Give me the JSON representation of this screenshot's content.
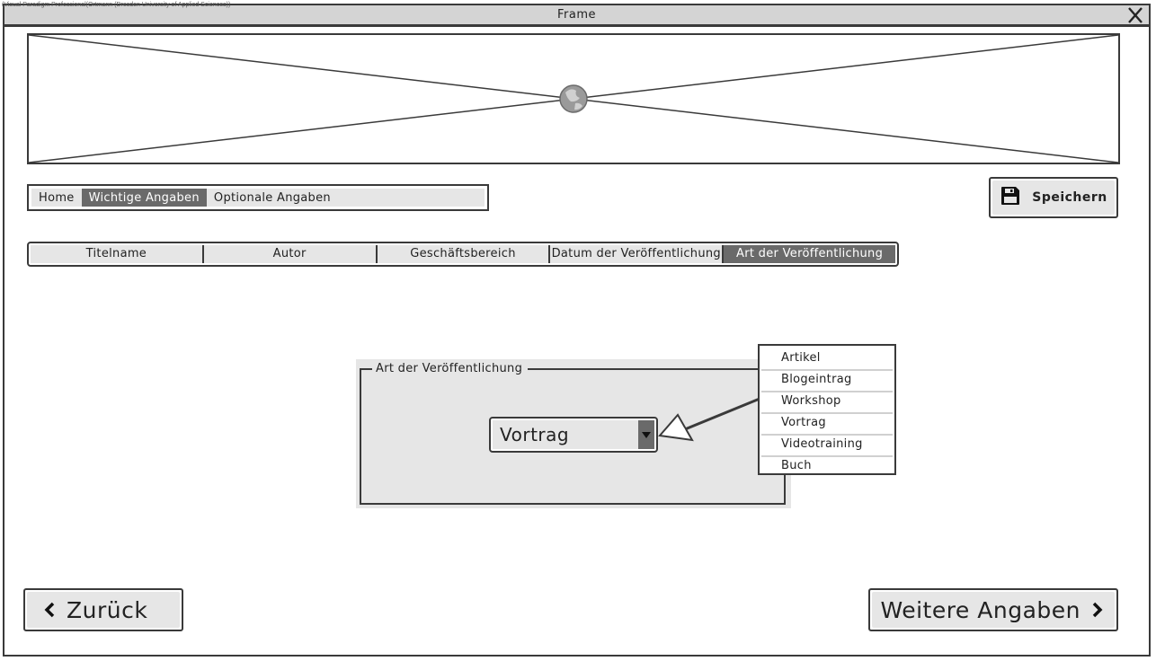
{
  "watermark": "(Visual Paradigm Professional(Ortmann (Dresden University of Applied Sciences))",
  "window": {
    "title": "Frame"
  },
  "nav": {
    "items": [
      {
        "label": "Home",
        "active": false
      },
      {
        "label": "Wichtige Angaben",
        "active": true
      },
      {
        "label": "Optionale Angaben",
        "active": false
      }
    ]
  },
  "save_button": {
    "label": "Speichern",
    "icon": "floppy-disk-icon"
  },
  "tabs": [
    {
      "label": "Titelname",
      "active": false
    },
    {
      "label": "Autor",
      "active": false
    },
    {
      "label": "Geschäftsbereich",
      "active": false
    },
    {
      "label": "Datum der Veröffentlichung",
      "active": false
    },
    {
      "label": "Art der Veröffentlichung",
      "active": true
    }
  ],
  "group": {
    "label": "Art der Veröffentlichung",
    "select_value": "Vortrag"
  },
  "dropdown": {
    "options": [
      "Artikel",
      "Blogeintrag",
      "Workshop",
      "Vortrag",
      "Videotraining",
      "Buch"
    ]
  },
  "footer": {
    "back_label": "Zurück",
    "next_label": "Weitere Angaben"
  },
  "colors": {
    "border": "#3a3a3a",
    "fill_light": "#e6e6e6",
    "fill_active": "#6a6a6a"
  }
}
